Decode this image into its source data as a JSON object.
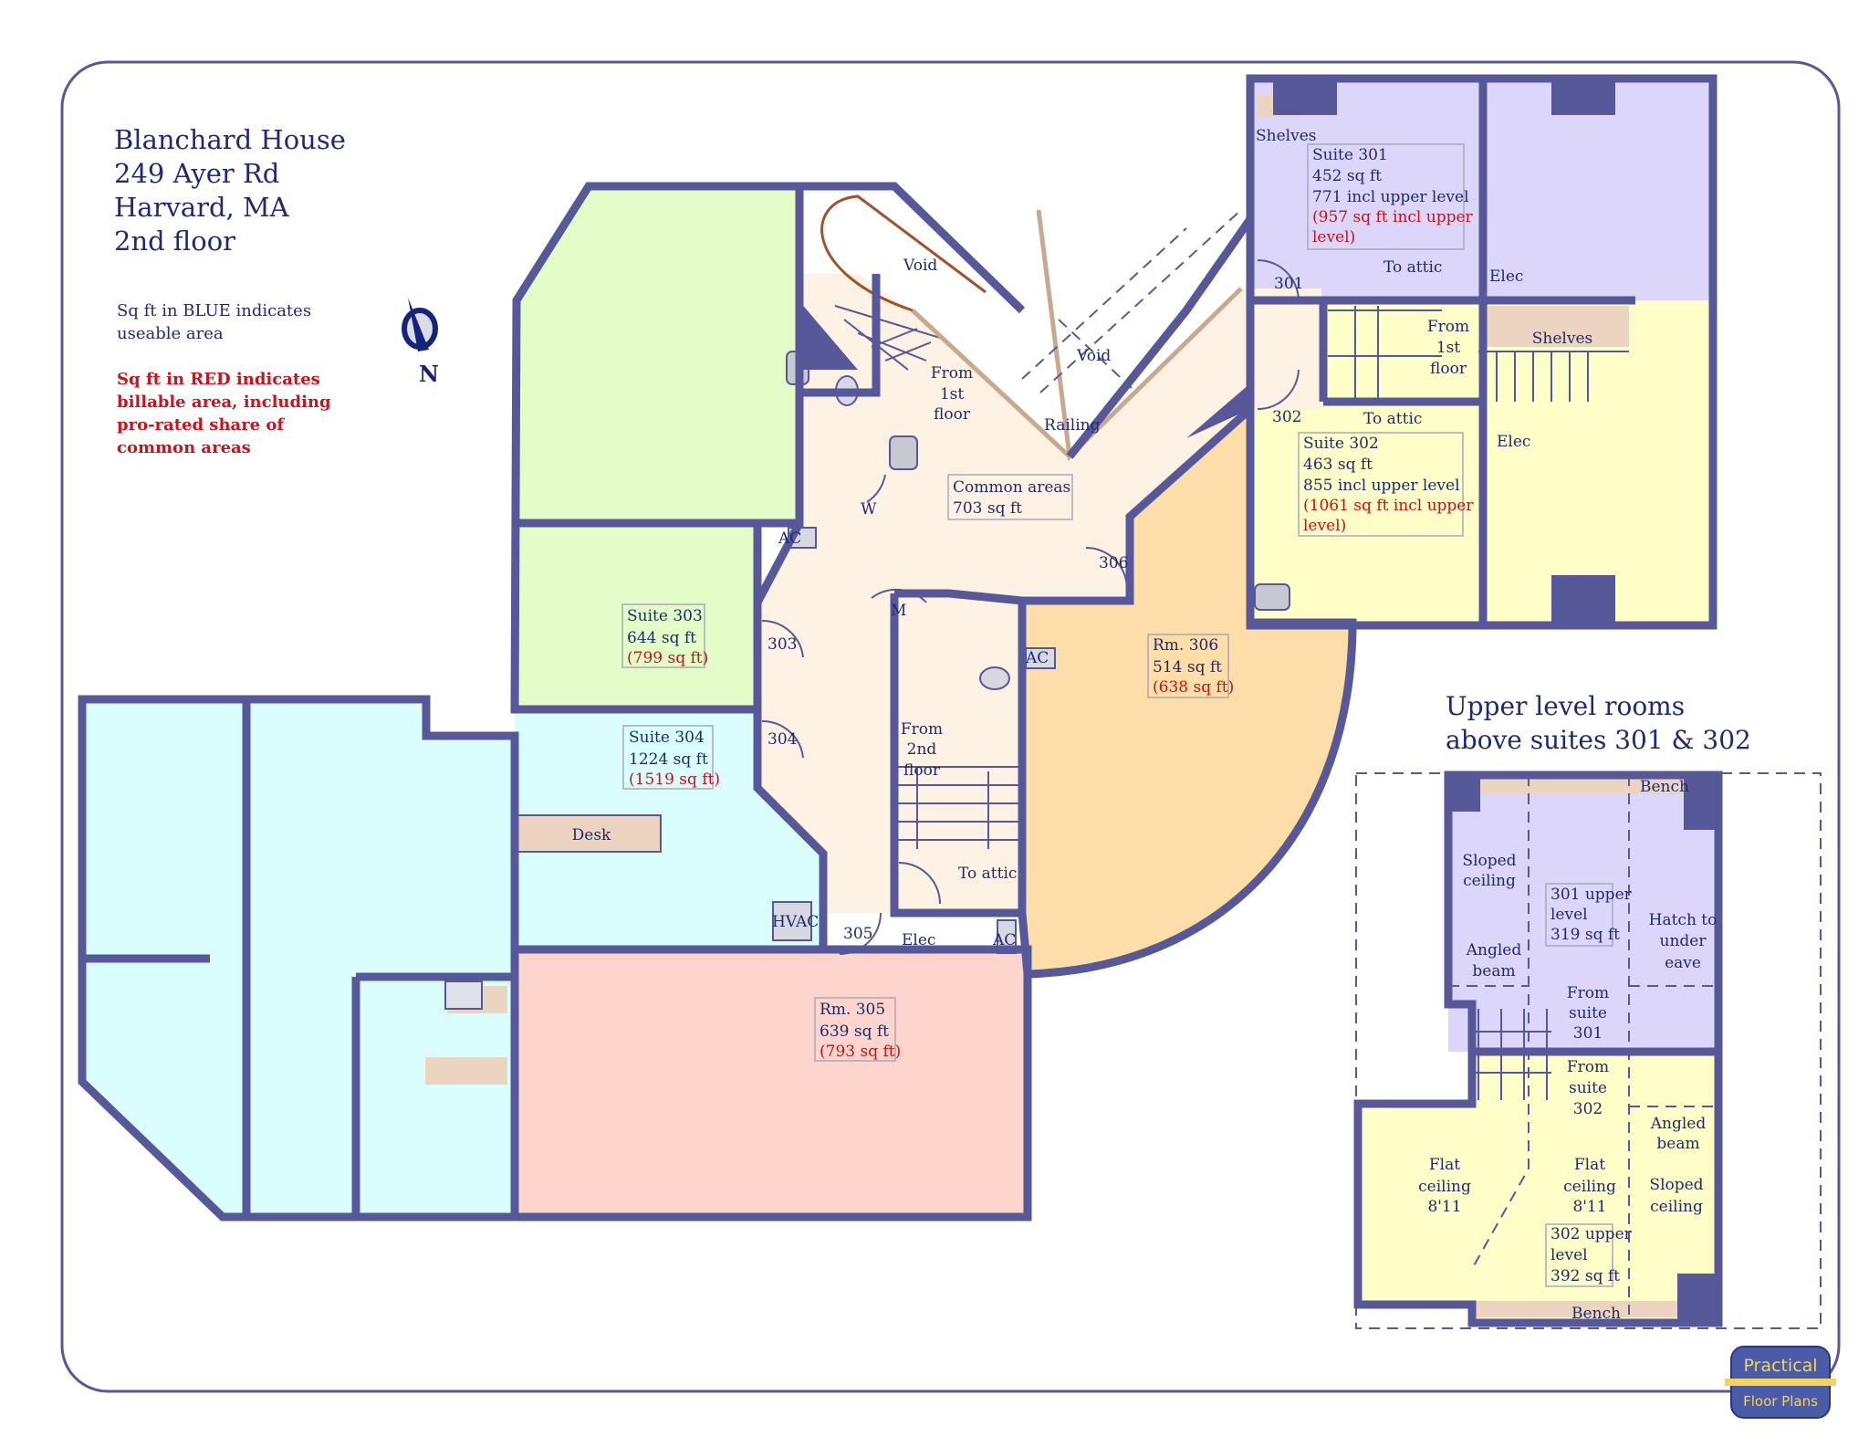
{
  "title": {
    "lines": [
      "Blanchard House",
      "249 Ayer Rd",
      "Harvard, MA",
      "2nd floor"
    ]
  },
  "legend": {
    "blue": [
      "Sq ft in BLUE indicates",
      "useable area"
    ],
    "red": [
      "Sq ft in RED indicates",
      "billable area, including",
      "pro-rated share of",
      "common areas"
    ]
  },
  "compass": {
    "label": "N",
    "icon": "north-arrow-icon"
  },
  "colors": {
    "wall": "#56589a",
    "suite_301": "#dcd6fb",
    "suite_302": "#fefec8",
    "suite_303": "#e4fdc8",
    "suite_304": "#dafefe",
    "rm_305": "#fdd5cc",
    "rm_306": "#fedea8",
    "common": "#fdf2e3",
    "furniture": "#ecd5c0",
    "text_blue": "#1e2a78",
    "text_red": "#c0141c"
  },
  "rooms": {
    "suite_301": {
      "name": "Suite 301",
      "area": "452 sq ft",
      "incl": "771 incl upper level",
      "billable": [
        "(957 sq ft incl upper",
        "level)"
      ]
    },
    "suite_302": {
      "name": "Suite 302",
      "area": "463 sq ft",
      "incl": "855 incl upper level",
      "billable": [
        "(1061 sq ft incl upper",
        "level)"
      ]
    },
    "suite_303": {
      "name": "Suite 303",
      "area": "644 sq ft",
      "billable": "(799 sq ft)"
    },
    "suite_304": {
      "name": "Suite 304",
      "area": "1224 sq ft",
      "billable": "(1519 sq ft)"
    },
    "rm_305": {
      "name": "Rm. 305",
      "area": "639 sq ft",
      "billable": "(793 sq ft)"
    },
    "rm_306": {
      "name": "Rm. 306",
      "area": "514 sq ft",
      "billable": "(638 sq ft)"
    },
    "common": {
      "name": "Common areas",
      "area": "703 sq ft"
    }
  },
  "labels": {
    "shelves_a": "Shelves",
    "shelves_b": "Shelves",
    "door_301": "301",
    "door_302": "302",
    "door_303": "303",
    "door_304": "304",
    "door_305": "305",
    "door_306": "306",
    "to_attic_a": "To attic",
    "to_attic_b": "To attic",
    "to_attic_c": "To attic",
    "elec_a": "Elec",
    "elec_b": "Elec",
    "elec_c": "Elec",
    "from_1st_a": [
      "From",
      "1st",
      "floor"
    ],
    "from_1st_b": [
      "From",
      "1st",
      "floor"
    ],
    "from_2nd": [
      "From",
      "2nd",
      "floor"
    ],
    "void_a": "Void",
    "void_b": "Void",
    "railing": "Railing",
    "w": "W",
    "m": "M",
    "ac_a": "AC",
    "ac_b": "AC",
    "ac_c": "AC",
    "hvac": "HVAC",
    "desk": "Desk"
  },
  "inset": {
    "title": [
      "Upper level rooms",
      "above suites 301 & 302"
    ],
    "bench_top": "Bench",
    "bench_bottom": "Bench",
    "sloped_a": [
      "Sloped",
      "ceiling"
    ],
    "sloped_b": [
      "Sloped",
      "ceiling"
    ],
    "angled_a": [
      "Angled",
      "beam"
    ],
    "angled_b": [
      "Angled",
      "beam"
    ],
    "hatch": [
      "Hatch to",
      "under",
      "eave"
    ],
    "from_301": [
      "From",
      "suite",
      "301"
    ],
    "from_302": [
      "From",
      "suite",
      "302"
    ],
    "flat_a": [
      "Flat",
      "ceiling",
      "8'11"
    ],
    "flat_b": [
      "Flat",
      "ceiling",
      "8'11"
    ],
    "upper_301": [
      "301 upper",
      "level",
      "319 sq ft"
    ],
    "upper_302": [
      "302 upper",
      "level",
      "392 sq ft"
    ]
  },
  "logo": {
    "line1": "Practical",
    "line2": "Floor Plans"
  }
}
